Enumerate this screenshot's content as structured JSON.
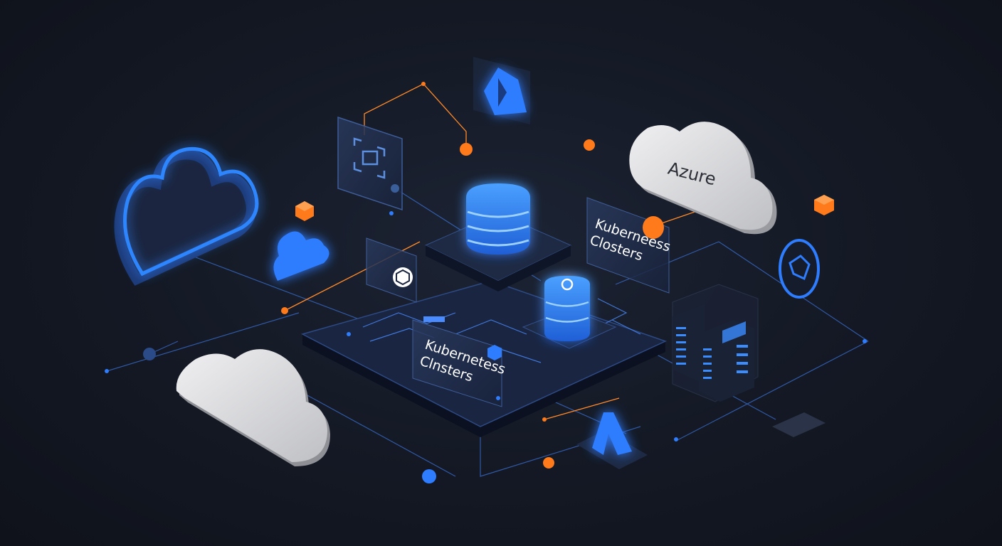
{
  "colors": {
    "background": "#12151d",
    "accent_blue": "#2f7dff",
    "accent_orange": "#ff7a1a",
    "panel": "#1e2a44",
    "cloud_white": "#e4e4e6"
  },
  "labels": {
    "azure_cloud": "Azure",
    "panel_right_line1": "Kuberneess",
    "panel_right_line2": "Closters",
    "panel_center_line1": "Kubernetess",
    "panel_center_line2": "Clnsters"
  },
  "icons": [
    "cloud-outline-icon",
    "cloud-icon",
    "database-icon",
    "scan-icon",
    "azure-logo-icon",
    "hexagon-icon",
    "server-building-icon",
    "shield-icon",
    "cube-icon"
  ]
}
